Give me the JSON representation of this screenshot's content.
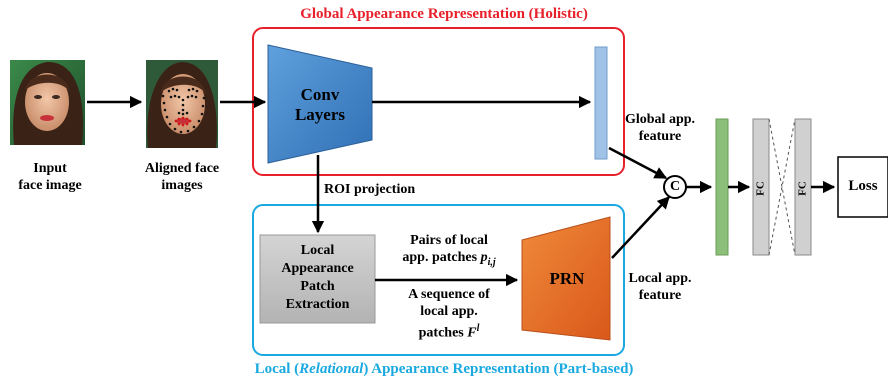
{
  "titles": {
    "global": "Global Appearance Representation (Holistic)",
    "global_color": "#e8202a",
    "local_prefix": "Local (",
    "local_italic": "Relational",
    "local_suffix": ") Appearance Representation (Part-based)",
    "local_color": "#19a9e0"
  },
  "inputs": {
    "input_line1": "Input",
    "input_line2": "face image",
    "aligned_line1": "Aligned face",
    "aligned_line2": "images"
  },
  "conv": {
    "line1": "Conv",
    "line2": "Layers",
    "color": "#3f83c9"
  },
  "roi": "ROI projection",
  "extraction": {
    "line1": "Local",
    "line2": "Appearance",
    "line3": "Patch",
    "line4": "Extraction"
  },
  "pairs": {
    "line1": "Pairs of local",
    "line2": "app. patches",
    "math": "p",
    "math_sub": "i,j"
  },
  "sequence": {
    "line1": "A sequence of",
    "line2": "local app.",
    "line3": "patches",
    "math": "F",
    "math_sup": "l"
  },
  "prn": {
    "label": "PRN",
    "color": "#e86d1f"
  },
  "global_feature": {
    "line1": "Global app.",
    "line2": "feature"
  },
  "local_feature": {
    "line1": "Local app.",
    "line2": "feature"
  },
  "concat_symbol": "C",
  "fc1": "FC",
  "fc2": "FC",
  "loss": "Loss"
}
